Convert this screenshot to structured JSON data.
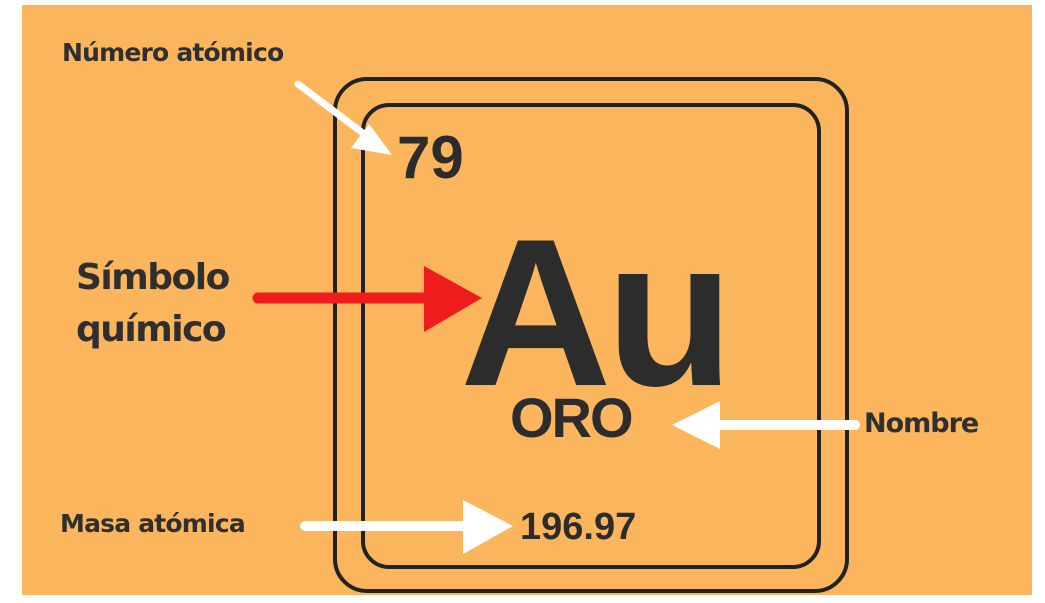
{
  "colors": {
    "panel_background": "#fbb65d",
    "outline": "#222222",
    "text": "#2c2c2c",
    "highlight_arrow": "#ee1c1c",
    "arrow": "#ffffff"
  },
  "element": {
    "atomic_number": "79",
    "symbol": "Au",
    "name": "ORO",
    "atomic_mass": "196.97"
  },
  "labels": {
    "atomic_number": "Número atómico",
    "symbol_line1": "Símbolo",
    "symbol_line2": "químico",
    "name": "Nombre",
    "atomic_mass": "Masa atómica"
  },
  "icons": [
    "arrow-icon"
  ]
}
